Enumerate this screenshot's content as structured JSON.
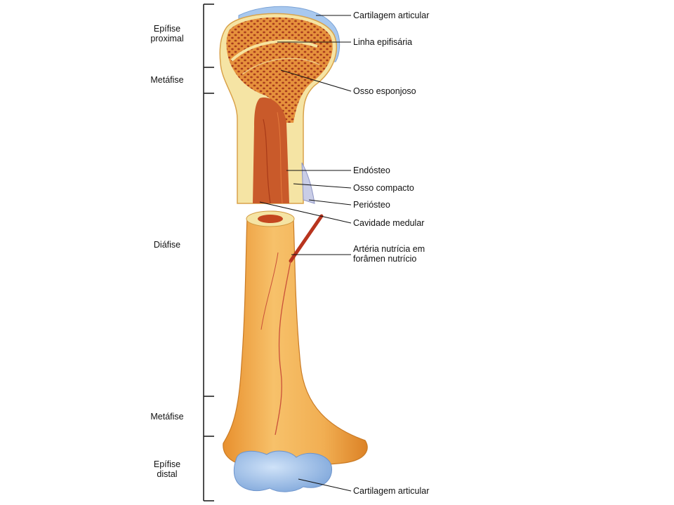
{
  "regions": {
    "epifise_proximal": "Epífise\nproximal",
    "metafise_top": "Metáfise",
    "diafise": "Diáfise",
    "metafise_bottom": "Metáfise",
    "epifise_distal": "Epífise\ndistal"
  },
  "labels": {
    "cartilagem_top": "Cartilagem articular",
    "linha_epifisaria": "Linha epifisária",
    "osso_esponjoso": "Osso esponjoso",
    "endosteo": "Endósteo",
    "osso_compacto": "Osso compacto",
    "periosteo": "Periósteo",
    "cavidade_medular": "Cavidade medular",
    "arteria_nutricia": "Artéria nutrícia em\nforâmen nutrício",
    "cartilagem_bottom": "Cartilagem articular"
  },
  "colors": {
    "bone_outer": "#f2b255",
    "bone_shade": "#e08a2c",
    "compact": "#f6e6a6",
    "spongy_bg": "#e1893a",
    "spongy_dots": "#b2411f",
    "marrow": "#c8552a",
    "cartilage": "#9cc0ea",
    "artery": "#b8341e"
  }
}
